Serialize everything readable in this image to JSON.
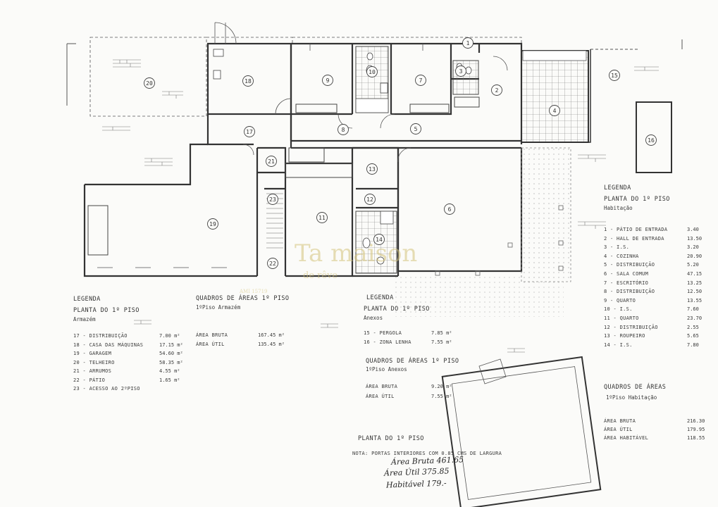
{
  "rooms": [
    "1",
    "2",
    "3",
    "4",
    "5",
    "6",
    "7",
    "8",
    "9",
    "10",
    "11",
    "12",
    "13",
    "14",
    "15",
    "16",
    "17",
    "18",
    "19",
    "20",
    "21",
    "22",
    "23"
  ],
  "watermark": {
    "brand": "Ta maison",
    "tagline": "de rêve",
    "code": "AMI 15719"
  },
  "habitacao": {
    "heading": "LEGENDA",
    "title": "PLANTA DO 1º PISO",
    "subtitle": "Habitação",
    "items": [
      {
        "label": "1 - PÁTIO DE ENTRADA",
        "area": "3.40"
      },
      {
        "label": "2 - HALL DE ENTRADA",
        "area": "13.50"
      },
      {
        "label": "3 - I.S.",
        "area": "3.20"
      },
      {
        "label": "4 - COZINHA",
        "area": "20.90"
      },
      {
        "label": "5 - DISTRIBUIÇÃO",
        "area": "5.20"
      },
      {
        "label": "6 - SALA COMUM",
        "area": "47.15"
      },
      {
        "label": "7 - ESCRITÓRIO",
        "area": "13.25"
      },
      {
        "label": "8 - DISTRIBUIÇÃO",
        "area": "12.50"
      },
      {
        "label": "9 - QUARTO",
        "area": "13.55"
      },
      {
        "label": "10 - I.S.",
        "area": "7.60"
      },
      {
        "label": "11 - QUARTO",
        "area": "23.70"
      },
      {
        "label": "12 - DISTRIBUIÇÃO",
        "area": "2.55"
      },
      {
        "label": "13 - ROUPEIRO",
        "area": "5.65"
      },
      {
        "label": "14 - I.S.",
        "area": "7.80"
      }
    ],
    "areas_title": "QUADROS DE ÁREAS",
    "areas_subtitle": "1ºPiso Habitação",
    "areas": [
      {
        "label": "ÁREA BRUTA",
        "value": "216.30"
      },
      {
        "label": "ÁREA ÚTIL",
        "value": "179.95"
      },
      {
        "label": "ÁREA HABITÁVEL",
        "value": "118.55"
      }
    ]
  },
  "armazem": {
    "heading": "LEGENDA",
    "title": "PLANTA DO 1º PISO",
    "subtitle": "Armazém",
    "items": [
      {
        "label": "17 - DISTRIBUIÇÃO",
        "area": "7.00 m²"
      },
      {
        "label": "18 - CASA DAS MÁQUINAS",
        "area": "17.15 m²"
      },
      {
        "label": "19 - GARAGEM",
        "area": "54.60 m²"
      },
      {
        "label": "20 - TELHEIRO",
        "area": "58.35 m²"
      },
      {
        "label": "21 - ARRUMOS",
        "area": "4.55 m²"
      },
      {
        "label": "22 - PÁTIO",
        "area": "1.65 m²"
      },
      {
        "label": "23 - ACESSO AO 2ºPISO",
        "area": ""
      }
    ],
    "areas_title": "QUADROS DE ÁREAS 1º PISO",
    "areas_subtitle": "1ºPiso Armazém",
    "areas": [
      {
        "label": "ÁREA BRUTA",
        "value": "167.45 m²"
      },
      {
        "label": "ÁREA ÚTIL",
        "value": "135.45 m²"
      }
    ]
  },
  "anexos": {
    "heading": "LEGENDA",
    "title": "PLANTA DO 1º PISO",
    "subtitle": "Anexos",
    "items": [
      {
        "label": "15 - PERGOLA",
        "area": "7.85 m²"
      },
      {
        "label": "16 - ZONA LENHA",
        "area": "7.55 m²"
      }
    ],
    "areas_title": "QUADROS DE ÁREAS 1º PISO",
    "areas_subtitle": "1ºPiso Anexos",
    "areas": [
      {
        "label": "ÁREA BRUTA",
        "value": "9.20 m²"
      },
      {
        "label": "ÁREA ÚTIL",
        "value": "7.55 m²"
      }
    ]
  },
  "footer": {
    "title": "PLANTA DO 1º PISO",
    "note": "NOTA: PORTAS INTERIORES COM 0.85 cms DE LARGURA",
    "handwritten": [
      "Área Bruta 461.65",
      "Área Útil 375.85",
      "Habitável 179.-"
    ]
  }
}
